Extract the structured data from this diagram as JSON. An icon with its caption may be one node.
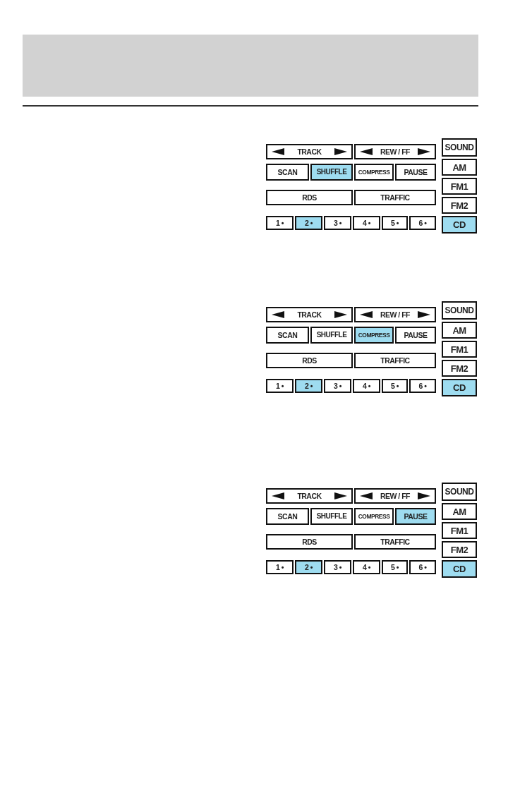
{
  "diagram": {
    "nodes": [
      {
        "text": [
          "TRACK"
        ]
      },
      {
        "text": [
          "REW / FF"
        ]
      },
      {
        "text": [
          "SOUND"
        ]
      },
      {
        "text": [
          "SCAN"
        ]
      },
      {
        "text": [
          "SHUFFLE"
        ]
      },
      {
        "text": [
          "COMPRESS"
        ]
      },
      {
        "text": [
          "PAUSE"
        ]
      },
      {
        "text": [
          "AM"
        ]
      },
      {
        "text": [
          "FM1"
        ]
      },
      {
        "text": [
          "RDS"
        ]
      },
      {
        "text": [
          "TRAFFIC"
        ]
      },
      {
        "text": [
          "FM2"
        ]
      },
      {
        "text": [
          "1 •"
        ]
      },
      {
        "text": [
          "2 •"
        ]
      },
      {
        "text": [
          "3 •"
        ]
      },
      {
        "text": [
          "4 •"
        ]
      },
      {
        "text": [
          "5 •"
        ]
      },
      {
        "text": [
          "6 •"
        ]
      },
      {
        "text": [
          "CD"
        ]
      },
      {
        "text": [
          "TRACK"
        ]
      },
      {
        "text": [
          "REW / FF"
        ]
      },
      {
        "text": [
          "SOUND"
        ]
      },
      {
        "text": [
          "SCAN"
        ]
      },
      {
        "text": [
          "SHUFFLE"
        ]
      },
      {
        "text": [
          "COMPRESS"
        ]
      },
      {
        "text": [
          "PAUSE"
        ]
      },
      {
        "text": [
          "AM"
        ]
      },
      {
        "text": [
          "FM1"
        ]
      },
      {
        "text": [
          "RDS"
        ]
      },
      {
        "text": [
          "TRAFFIC"
        ]
      },
      {
        "text": [
          "FM2"
        ]
      },
      {
        "text": [
          "1 •"
        ]
      },
      {
        "text": [
          "2 •"
        ]
      },
      {
        "text": [
          "3 •"
        ]
      },
      {
        "text": [
          "4 •"
        ]
      },
      {
        "text": [
          "5 •"
        ]
      },
      {
        "text": [
          "6 •"
        ]
      },
      {
        "text": [
          "CD"
        ]
      },
      {
        "text": [
          "TRACK"
        ]
      },
      {
        "text": [
          "REW / FF"
        ]
      },
      {
        "text": [
          "SOUND"
        ]
      },
      {
        "text": [
          "SCAN"
        ]
      },
      {
        "text": [
          "SHUFFLE"
        ]
      },
      {
        "text": [
          "COMPRESS"
        ]
      },
      {
        "text": [
          "PAUSE"
        ]
      },
      {
        "text": [
          "AM"
        ]
      },
      {
        "text": [
          "FM1"
        ]
      },
      {
        "text": [
          "RDS"
        ]
      },
      {
        "text": [
          "TRAFFIC"
        ]
      },
      {
        "text": [
          "FM2"
        ]
      },
      {
        "text": [
          "1 •"
        ]
      },
      {
        "text": [
          "2 •"
        ]
      },
      {
        "text": [
          "3 •"
        ]
      },
      {
        "text": [
          "4 •"
        ]
      },
      {
        "text": [
          "5 •"
        ]
      },
      {
        "text": [
          "6 •"
        ]
      },
      {
        "text": [
          "CD"
        ]
      }
    ]
  }
}
